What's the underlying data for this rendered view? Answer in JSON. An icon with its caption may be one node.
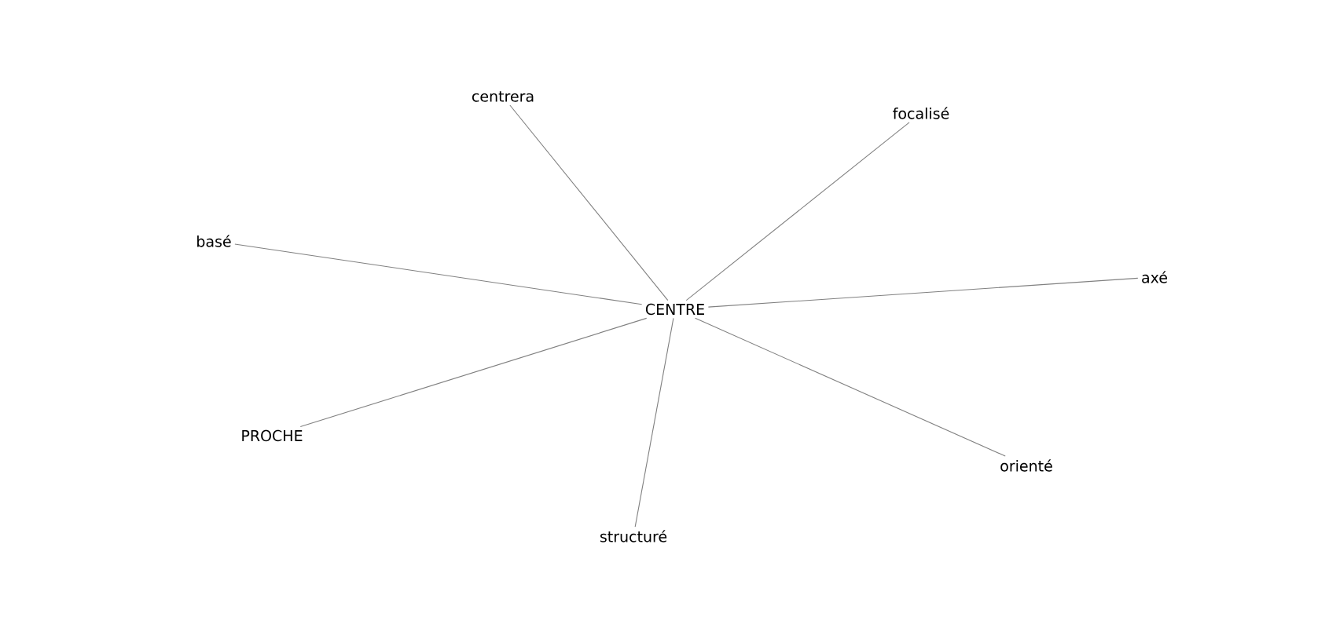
{
  "diagram": {
    "nodes": [
      {
        "text": [
          "centrera"
        ]
      },
      {
        "text": [
          "focalisé"
        ]
      },
      {
        "text": [
          "basé"
        ]
      },
      {
        "text": [
          "axé"
        ]
      },
      {
        "text": [
          "CENTRE"
        ]
      },
      {
        "text": [
          "PROCHE"
        ]
      },
      {
        "text": [
          "orienté"
        ]
      },
      {
        "text": [
          "structuré"
        ]
      }
    ],
    "edges": [
      {
        "from": 4,
        "to": 0,
        "arrow": "none"
      },
      {
        "from": 4,
        "to": 1,
        "arrow": "none"
      },
      {
        "from": 4,
        "to": 2,
        "arrow": "none"
      },
      {
        "from": 4,
        "to": 3,
        "arrow": "none"
      },
      {
        "from": 4,
        "to": 5,
        "arrow": "none"
      },
      {
        "from": 4,
        "to": 6,
        "arrow": "none"
      },
      {
        "from": 4,
        "to": 7,
        "arrow": "none"
      }
    ]
  }
}
